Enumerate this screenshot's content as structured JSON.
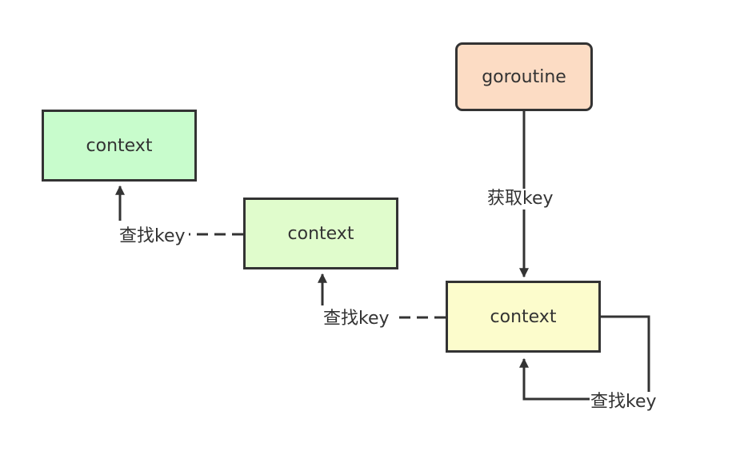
{
  "nodes": {
    "goroutine": {
      "label": "goroutine",
      "fill": "#FCDCC4"
    },
    "context_top": {
      "label": "context",
      "fill": "#C8FCCC"
    },
    "context_middle": {
      "label": "context",
      "fill": "#E0FCCC"
    },
    "context_bottom": {
      "label": "context",
      "fill": "#FCFCCC"
    }
  },
  "edges": {
    "fetch_key": "获取key",
    "lookup_key_1": "查找key",
    "lookup_key_2": "查找key",
    "lookup_key_3": "查找key"
  },
  "colors": {
    "stroke": "#333333",
    "background": "#ffffff"
  }
}
